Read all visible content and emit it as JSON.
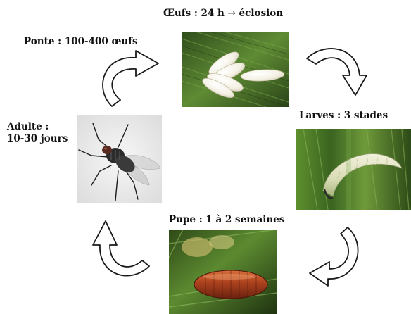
{
  "stages": {
    "oeufs": {
      "label": "Œufs : 24 h → éclosion",
      "icon": "eggs-photo"
    },
    "larves": {
      "label": "Larves : 3 stades",
      "icon": "larva-photo"
    },
    "pupe": {
      "label": "Pupe : 1 à 2 semaines",
      "icon": "pupa-photo"
    },
    "adulte": {
      "label_line1": "Adulte :",
      "label_line2": "10-30 jours",
      "icon": "fly-photo"
    },
    "ponte": {
      "label": "Ponte : 100-400 œufs"
    }
  },
  "arrows": [
    "curved-arrow-icon",
    "curved-arrow-icon",
    "curved-arrow-icon",
    "curved-arrow-icon"
  ],
  "colors": {
    "leaf_green": "#4e7a2c",
    "pupa_red": "#a23a1c",
    "egg_white": "#f4f1e4",
    "background": "#ffffff"
  }
}
